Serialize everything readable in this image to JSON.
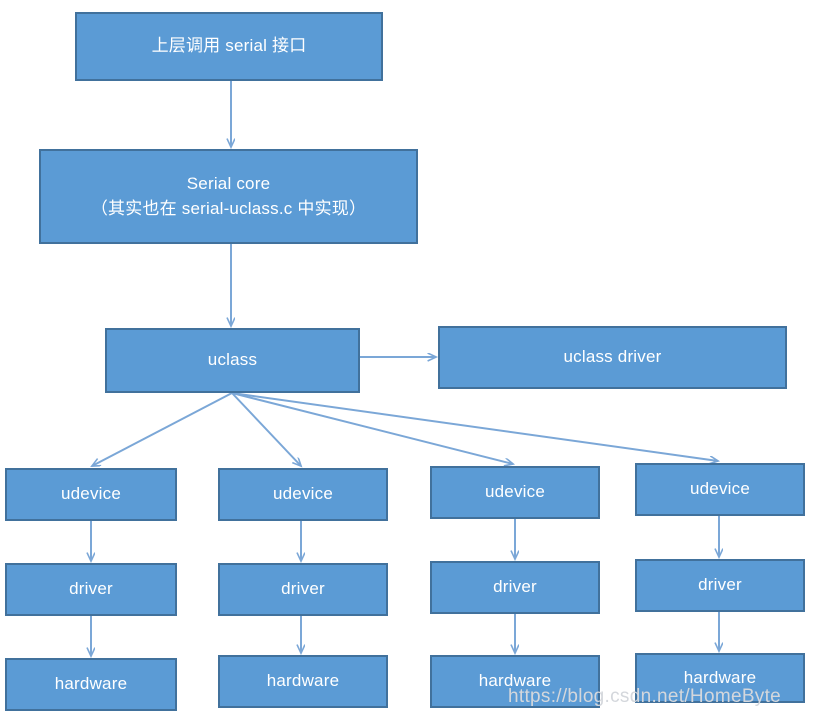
{
  "diagram": {
    "title": "U-Boot serial driver model hierarchy",
    "colors": {
      "node_fill": "#5B9BD5",
      "node_border": "#41719C",
      "node_text": "#FFFFFF",
      "arrow": "#7BA7D7",
      "background": "#FFFFFF",
      "watermark": "#D4D7DC"
    },
    "nodes": {
      "top_call": {
        "line1": "上层调用 serial 接口"
      },
      "serial_core": {
        "line1": "Serial core",
        "line2": "（其实也在 serial-uclass.c 中实现）"
      },
      "uclass": {
        "line1": "uclass"
      },
      "uclass_driver": {
        "line1": "uclass driver"
      },
      "udevices": [
        {
          "label": "udevice"
        },
        {
          "label": "udevice"
        },
        {
          "label": "udevice"
        },
        {
          "label": "udevice"
        }
      ],
      "drivers": [
        {
          "label": "driver"
        },
        {
          "label": "driver"
        },
        {
          "label": "driver"
        },
        {
          "label": "driver"
        }
      ],
      "hardware": [
        {
          "label": "hardware"
        },
        {
          "label": "hardware"
        },
        {
          "label": "hardware"
        },
        {
          "label": "hardware"
        }
      ]
    },
    "watermark": "https://blog.csdn.net/HomeByte"
  }
}
